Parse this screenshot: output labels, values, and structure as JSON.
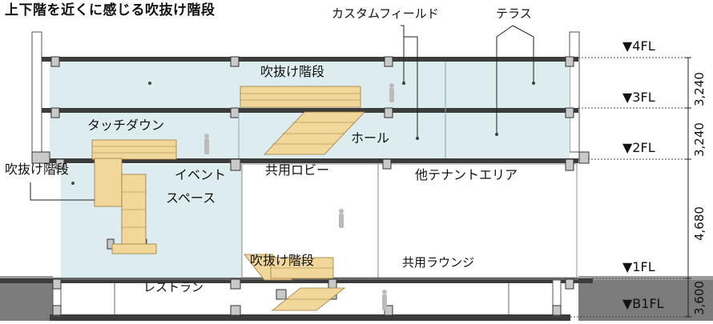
{
  "title": "上下階を近くに感じる吹抜け階段",
  "callouts": {
    "custom_field": "カスタムフィールド",
    "terrace": "テラス",
    "fukinuke_left": "吹抜け階段"
  },
  "rooms": {
    "fukinuke_3f": "吹抜け階段",
    "touch_down": "タッチダウン",
    "hall": "ホール",
    "event_line1": "イベント",
    "event_line2": "スペース",
    "lobby": "共用ロビー",
    "tenant": "他テナントエリア",
    "restaurant": "レストラン",
    "fukinuke_b1": "吹抜け階段",
    "lounge": "共用ラウンジ"
  },
  "floor_levels": [
    "▼4FL",
    "▼3FL",
    "▼2FL",
    "▼1FL",
    "▼B1FL"
  ],
  "floor_heights": [
    "3,240",
    "3,240",
    "4,680",
    "3,600"
  ],
  "colors": {
    "glass": "#dcecef",
    "slab": "#3c3c3c",
    "ground": "#7b7b7b",
    "stair": "#f2d79b",
    "stair_line": "#9b7a3a",
    "column": "#c9c9c9"
  }
}
